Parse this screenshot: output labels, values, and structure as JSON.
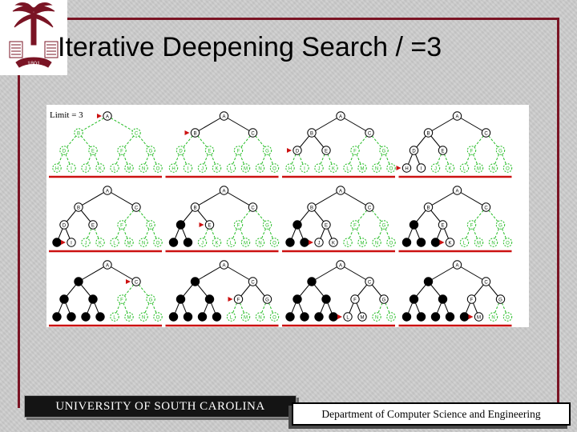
{
  "slide": {
    "title": "Iterative Deepening Search / =3",
    "figure_label": "Limit = 3"
  },
  "footer": {
    "university": "UNIVERSITY OF SOUTH CAROLINA",
    "department": "Department of Computer Science and Engineering"
  },
  "logo": {
    "icon": "palmetto-seal-icon",
    "year": "1801"
  },
  "colors": {
    "accent": "#7a1424",
    "tree_green": "#22bb22",
    "tree_black": "#000000",
    "ground_red": "#cc1111"
  },
  "nodes": [
    "A",
    "B",
    "C",
    "D",
    "E",
    "F",
    "G",
    "H",
    "I",
    "J",
    "K",
    "L",
    "M",
    "N",
    "O"
  ],
  "stages": [
    {
      "open": [
        "A"
      ],
      "current": "A",
      "explored": []
    },
    {
      "open": [
        "A",
        "B",
        "C"
      ],
      "current": "B",
      "explored": []
    },
    {
      "open": [
        "A",
        "B",
        "C",
        "D",
        "E"
      ],
      "current": "D",
      "explored": []
    },
    {
      "open": [
        "A",
        "B",
        "C",
        "D",
        "E",
        "H",
        "I"
      ],
      "current": "H",
      "explored": []
    },
    {
      "open": [
        "A",
        "B",
        "C",
        "D",
        "E",
        "I"
      ],
      "current": "I",
      "explored": [
        "H"
      ]
    },
    {
      "open": [
        "A",
        "B",
        "C",
        "E"
      ],
      "current": "E",
      "explored": [
        "D",
        "H",
        "I"
      ]
    },
    {
      "open": [
        "A",
        "B",
        "C",
        "E",
        "J",
        "K"
      ],
      "current": "J",
      "explored": [
        "D",
        "H",
        "I"
      ]
    },
    {
      "open": [
        "A",
        "B",
        "C",
        "E",
        "K"
      ],
      "current": "K",
      "explored": [
        "D",
        "H",
        "I",
        "J"
      ]
    },
    {
      "open": [
        "A",
        "C"
      ],
      "current": "C",
      "explored": [
        "B",
        "D",
        "E",
        "H",
        "I",
        "J",
        "K"
      ]
    },
    {
      "open": [
        "A",
        "C",
        "F",
        "G"
      ],
      "current": "F",
      "explored": [
        "B",
        "D",
        "E",
        "H",
        "I",
        "J",
        "K"
      ]
    },
    {
      "open": [
        "A",
        "C",
        "F",
        "G",
        "L",
        "M"
      ],
      "current": "L",
      "explored": [
        "B",
        "D",
        "E",
        "H",
        "I",
        "J",
        "K"
      ]
    },
    {
      "open": [
        "A",
        "C",
        "F",
        "G",
        "M"
      ],
      "current": "M",
      "explored": [
        "B",
        "D",
        "E",
        "H",
        "I",
        "J",
        "K",
        "L"
      ]
    }
  ]
}
